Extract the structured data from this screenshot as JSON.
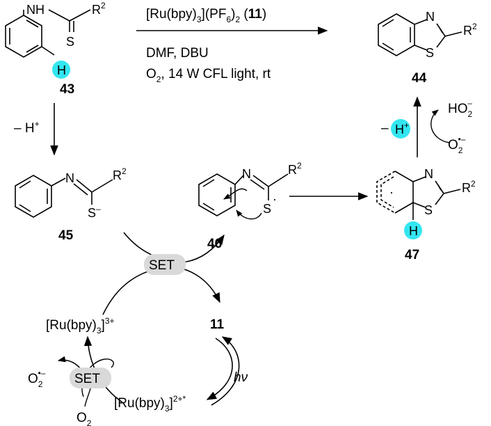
{
  "reaction": {
    "catalyst_prefix": "[Ru(bpy)",
    "catalyst_sub": "3",
    "catalyst_mid": "](PF",
    "catalyst_sub2": "6",
    "catalyst_close": ")",
    "catalyst_sub3": "2",
    "catalyst_num": "11",
    "conditions_line1": "DMF, DBU",
    "conditions_line2_o": "O",
    "conditions_line2_sub": "2",
    "conditions_line2_rest": ", 14 W CFL light, rt"
  },
  "compounds": {
    "c43": "43",
    "c44": "44",
    "c45": "45",
    "c46": "46",
    "c47": "47",
    "c11": "11"
  },
  "atoms": {
    "NH": "NH",
    "N": "N",
    "S": "S",
    "R": "R",
    "R_sup": "2",
    "H": "H",
    "S_minus": "–",
    "dot": "·"
  },
  "steps": {
    "deprotonation": "– H",
    "deprotonation_sup": "+",
    "set1": "SET",
    "set2": "SET",
    "minus_H": "–",
    "H_plus_H": "H",
    "H_plus_sup": "+",
    "HO2": "HO",
    "HO2_sub": "2",
    "HO2_sup": "–",
    "O2_superoxide": "O",
    "O2_superoxide_sub": "2",
    "O2_superoxide_sup": "•–",
    "O2": "O",
    "O2_sub": "2",
    "hv": "hν"
  },
  "ru": {
    "ru3_main": "[Ru(bpy)",
    "ru3_sub": "3",
    "ru3_close": "]",
    "ru3_sup": "3+",
    "ru2_main": "[Ru(bpy)",
    "ru2_sub": "3",
    "ru2_close": "]",
    "ru2_sup": "2+*"
  },
  "colors": {
    "highlight": "#33e6f0",
    "set_box": "#d9d9d9"
  }
}
